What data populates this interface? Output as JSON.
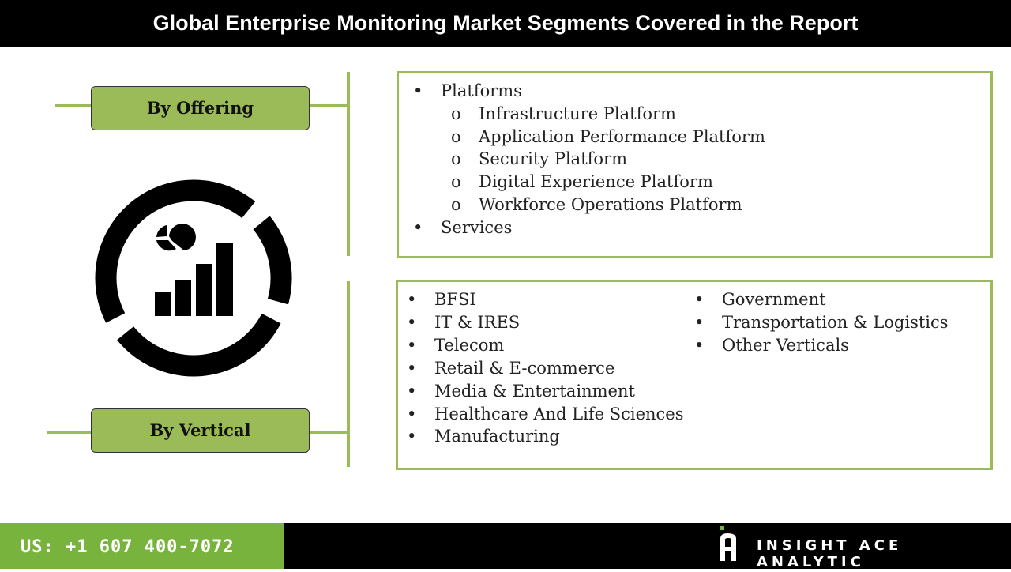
{
  "title": "Global Enterprise Monitoring Market Segments Covered in the Report",
  "segments": [
    {
      "label": "By Offering",
      "items": [
        {
          "text": "Platforms",
          "level": 1
        },
        {
          "text": "Infrastructure Platform",
          "level": 2
        },
        {
          "text": "Application Performance Platform",
          "level": 2
        },
        {
          "text": "Security Platform",
          "level": 2
        },
        {
          "text": "Digital Experience Platform",
          "level": 2
        },
        {
          "text": "Workforce Operations Platform",
          "level": 2
        },
        {
          "text": "Services",
          "level": 1
        }
      ]
    },
    {
      "label": "By Vertical",
      "col1": [
        "BFSI",
        "IT & IRES",
        "Telecom",
        "Retail & E-commerce",
        "Media & Entertainment",
        "Healthcare And Life Sciences",
        "Manufacturing"
      ],
      "col2": [
        "Government",
        "Transportation & Logistics",
        "Other Verticals"
      ]
    }
  ],
  "bullets": {
    "l1": "•",
    "l2": "o"
  },
  "footer": {
    "phone": "US: +1 607 400-7072",
    "brand": "INSIGHT ACE ANALYTIC"
  },
  "colors": {
    "accent": "#9bbb59",
    "footer_green": "#77b33d"
  }
}
